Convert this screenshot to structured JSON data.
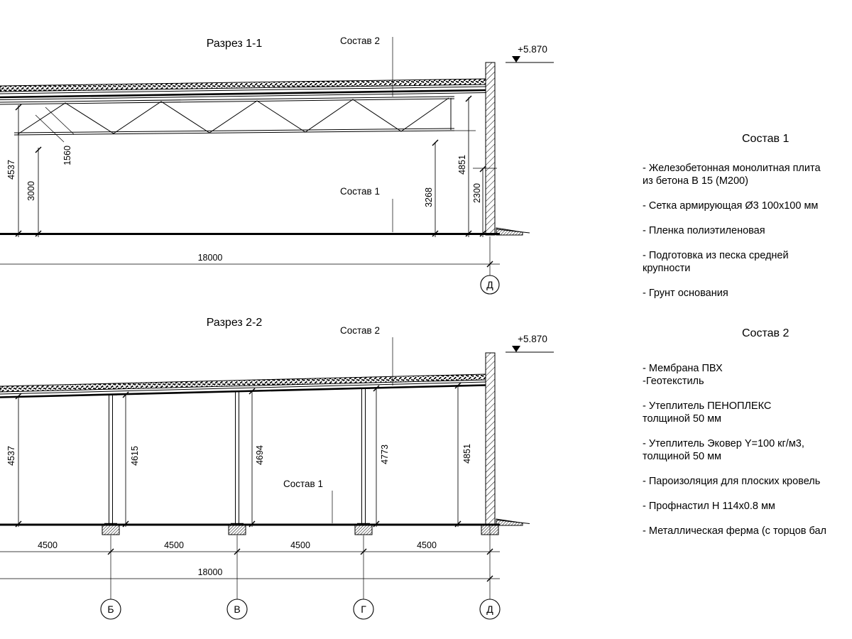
{
  "colors": {
    "paper": "#ffffff",
    "ink": "#000000"
  },
  "s1": {
    "title": "Разрез 1-1",
    "labels": {
      "sostav2": "Состав 2",
      "sostav1": "Состав 1"
    },
    "elevation": "+5.870",
    "vdims": [
      "4537",
      "1560",
      "3000",
      "3268",
      "4851",
      "2300"
    ],
    "total": "18000",
    "grid": "Д"
  },
  "s2": {
    "title": "Разрез 2-2",
    "labels": {
      "sostav2": "Состав 2",
      "sostav1": "Состав 1"
    },
    "elevation": "+5.870",
    "vdims": [
      "4537",
      "4615",
      "4694",
      "4773",
      "4851"
    ],
    "spans": [
      "4500",
      "4500",
      "4500",
      "4500"
    ],
    "total": "18000",
    "grids": [
      "Б",
      "В",
      "Г",
      "Д"
    ]
  },
  "notes": {
    "sostav1": {
      "title": "Состав 1",
      "items": [
        "- Железобетонная  монолитная плита\nиз бетона В 15 (М200)",
        "- Сетка армирующая Ø3 100х100 мм",
        "- Пленка полиэтиленовая",
        "- Подготовка из песка средней\nкрупности",
        "- Грунт основания"
      ]
    },
    "sostav2": {
      "title": "Состав 2",
      "items": [
        "- Мембрана ПВХ",
        "-Геотекстиль",
        "- Утеплитель ПЕНОПЛЕКС\nтолщиной 50 мм",
        "- Утеплитель Эковер Y=100 кг/м3,\nтолщиной 50 мм",
        "- Пароизоляция для плоских кровель",
        "- Профнастил Н 114х0.8 мм",
        "- Металлическая ферма (с торцов бал"
      ]
    }
  }
}
